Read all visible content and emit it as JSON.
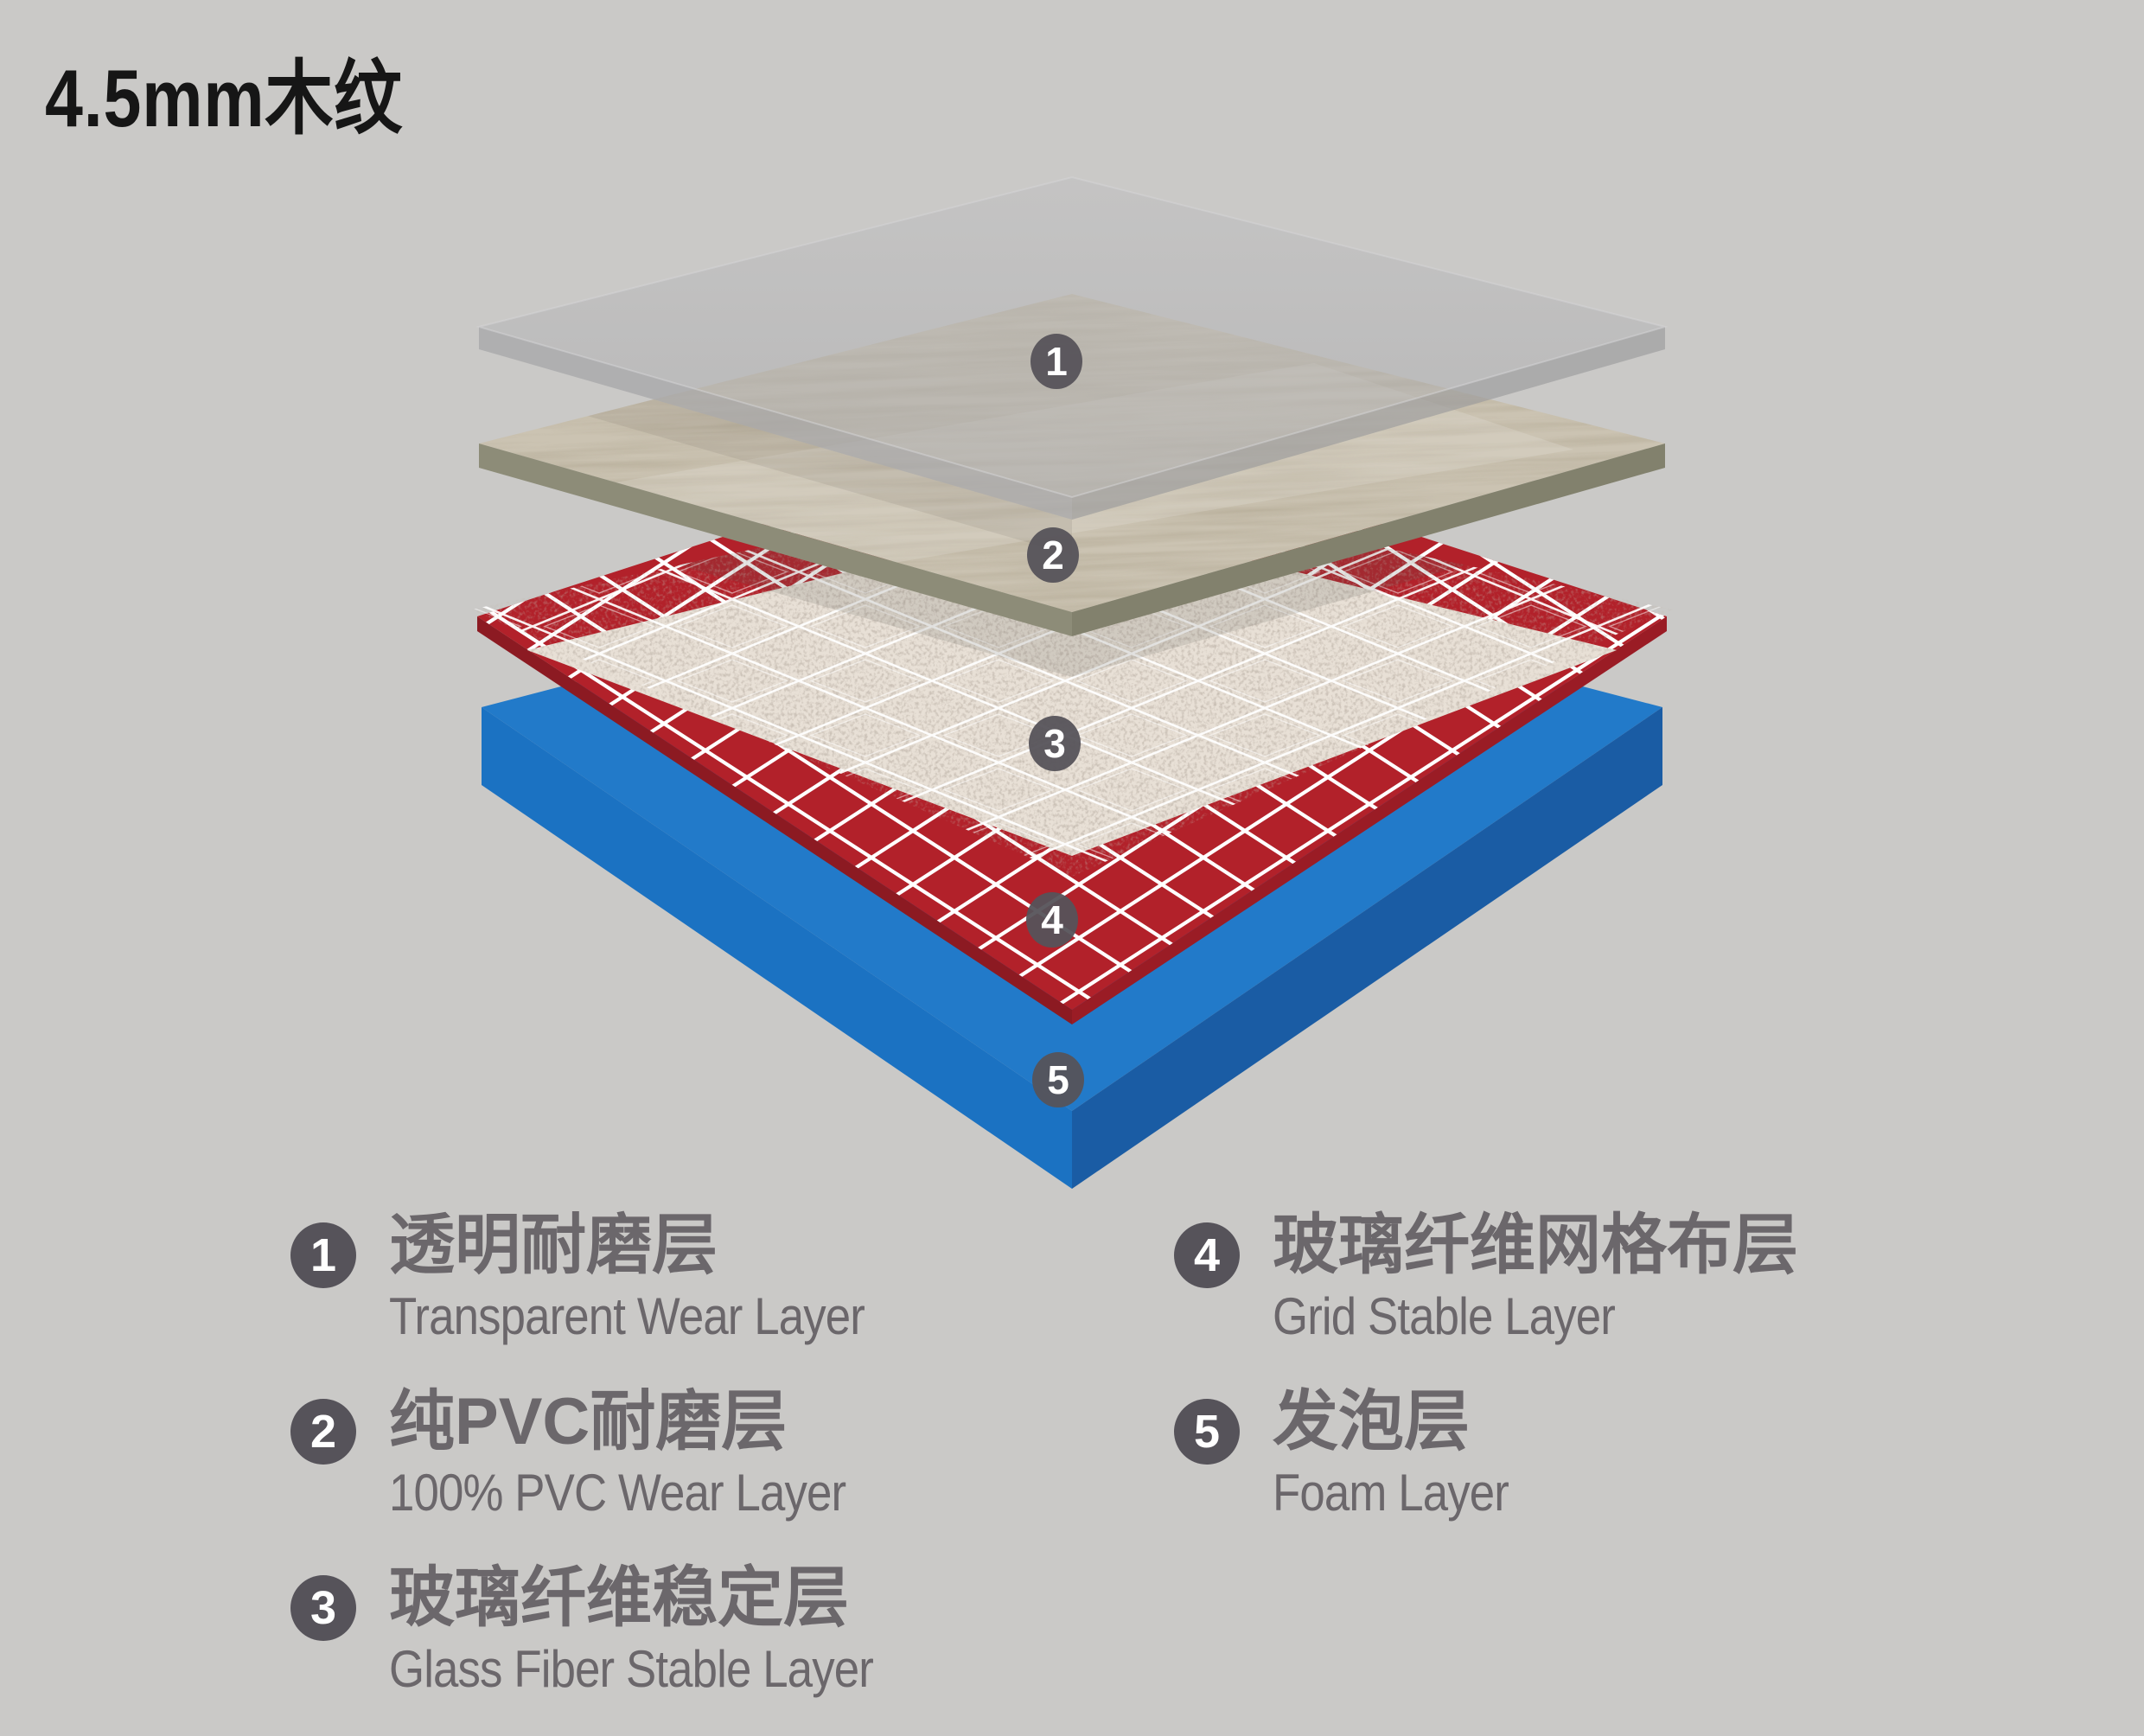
{
  "title": "4.5mm木纹",
  "colors": {
    "background": "#cac9c7",
    "title_text": "#161616",
    "legend_text": "#6b676b",
    "badge": "#56535a",
    "grid_red": "#b2212a",
    "foam_blue": "#227ac9",
    "wood_side_olive": "#8d8c78",
    "mesh_white": "#ffffff"
  },
  "legend": {
    "items": [
      {
        "num": "1",
        "zh": "透明耐磨层",
        "en": "Transparent Wear Layer"
      },
      {
        "num": "2",
        "zh": "纯PVC耐磨层",
        "en": "100% PVC Wear Layer"
      },
      {
        "num": "3",
        "zh": "玻璃纤维稳定层",
        "en": "Glass Fiber Stable Layer"
      },
      {
        "num": "4",
        "zh": "玻璃纤维网格布层",
        "en": "Grid Stable Layer"
      },
      {
        "num": "5",
        "zh": "发泡层",
        "en": "Foam Layer"
      }
    ]
  }
}
